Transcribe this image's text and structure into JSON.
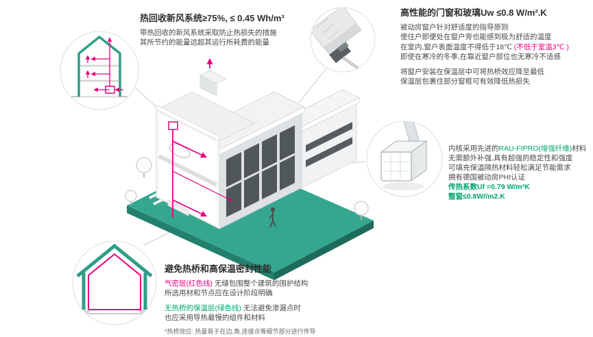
{
  "palette": {
    "teal": "#2f9e87",
    "teal_dark": "#23806d",
    "magenta": "#e5007d",
    "green_text": "#00a56f",
    "dark_text": "#2f2f2f",
    "body_text": "#4a4a4a",
    "window_glass": "#4f575b"
  },
  "heat_recovery": {
    "title": "热回收新风系统≥75%, ≤ 0.45 Wh/m³",
    "line1": "带热回收的新风系统采取防止热损失的措施",
    "line2": "其所节约的能量远超其运行所耗费的能量"
  },
  "windows": {
    "title": "高性能的门窗和玻璃Uw ≤0.8 W/m².K",
    "line1": "被动房窗户针对舒适度的指导原则",
    "line2": "使住户即便处在窗户旁也能感到极为舒适的温度",
    "line3a": "在室内,窗户表面温度不得低于18℃ ",
    "line3b": "(不低于室温3℃ )",
    "line4": "即使在寒冷的冬季,在靠近窗户部位也无寒冷不适感",
    "line5": "将窗户安装在保温层中可将热桥效应降至最低",
    "line6": "保温层包裹住部分窗框可有效降低热损失"
  },
  "profile": {
    "line1a": "内核采用先进的",
    "line1b": "RAU-FIPRO(增强纤维)",
    "line1c": "材料",
    "line2": "无需额外补强,具有超强的稳定性和强度",
    "line3": "可填充保温隔热材料轻松满足节能需求",
    "line4": "拥有德国被动房PHI认证",
    "uf": "传热系数Uf =0.79 W/m²K",
    "uw": "整窗≤0.8W//m2.K"
  },
  "thermal_bridge": {
    "title": "避免热桥和高保温密封性能",
    "airtight_label": "气密层(红色线)",
    "airtight_rest": " 无缝包围整个建筑的围护结构",
    "line2": "所选用材和节点应在设计阶段明确",
    "insulation_label": "无热桥的保温层(绿色线)",
    "insulation_rest": " 无法避免渗漏点时",
    "line4": "也应采用导热最慢的组件和材料",
    "footnote": "*热桥效应: 热量易于在边,角,连接点等细节部分进行传导"
  }
}
